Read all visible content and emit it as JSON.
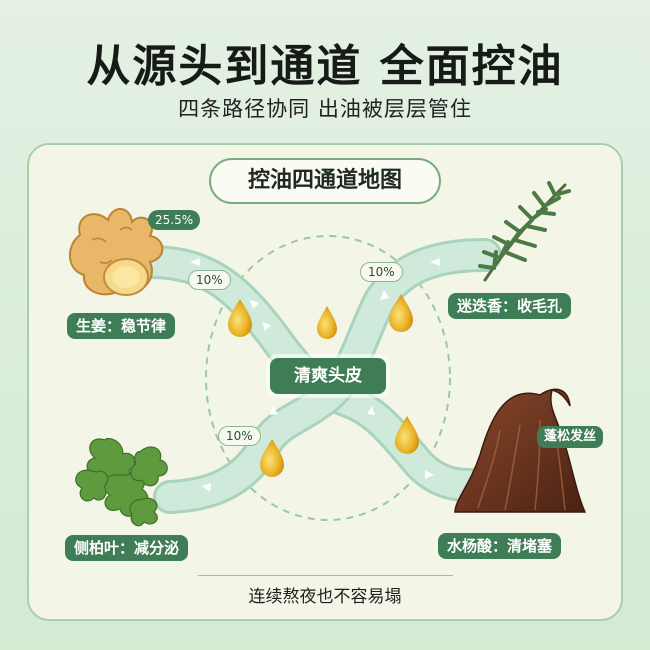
{
  "header": {
    "title": "从源头到通道 全面控油",
    "subtitle": "四条路径协同 出油被层层管住"
  },
  "map": {
    "title": "控油四通道地图",
    "center_label": "清爽头皮",
    "ginger": {
      "label": "生姜：稳节律",
      "percent_badge": "25.5%",
      "channel_percent": "10%"
    },
    "rosemary": {
      "label": "迷迭香：收毛孔",
      "channel_percent": "10%"
    },
    "arborvitae": {
      "label": "侧柏叶：减分泌",
      "channel_percent": "10%"
    },
    "salicylic": {
      "label": "水杨酸：清堵塞",
      "hair_tag": "蓬松发丝"
    }
  },
  "footer": {
    "text": "连续熬夜也不容易塌"
  },
  "colors": {
    "accent_green": "#3f7d56",
    "channel_fill": "#c5e4d3",
    "oil_drop": "#e8b22c",
    "background": "#d9eed9"
  },
  "icons": [
    "ginger-illustration",
    "rosemary-illustration",
    "arborvitae-illustration",
    "hair-illustration",
    "oil-drop-icon"
  ]
}
